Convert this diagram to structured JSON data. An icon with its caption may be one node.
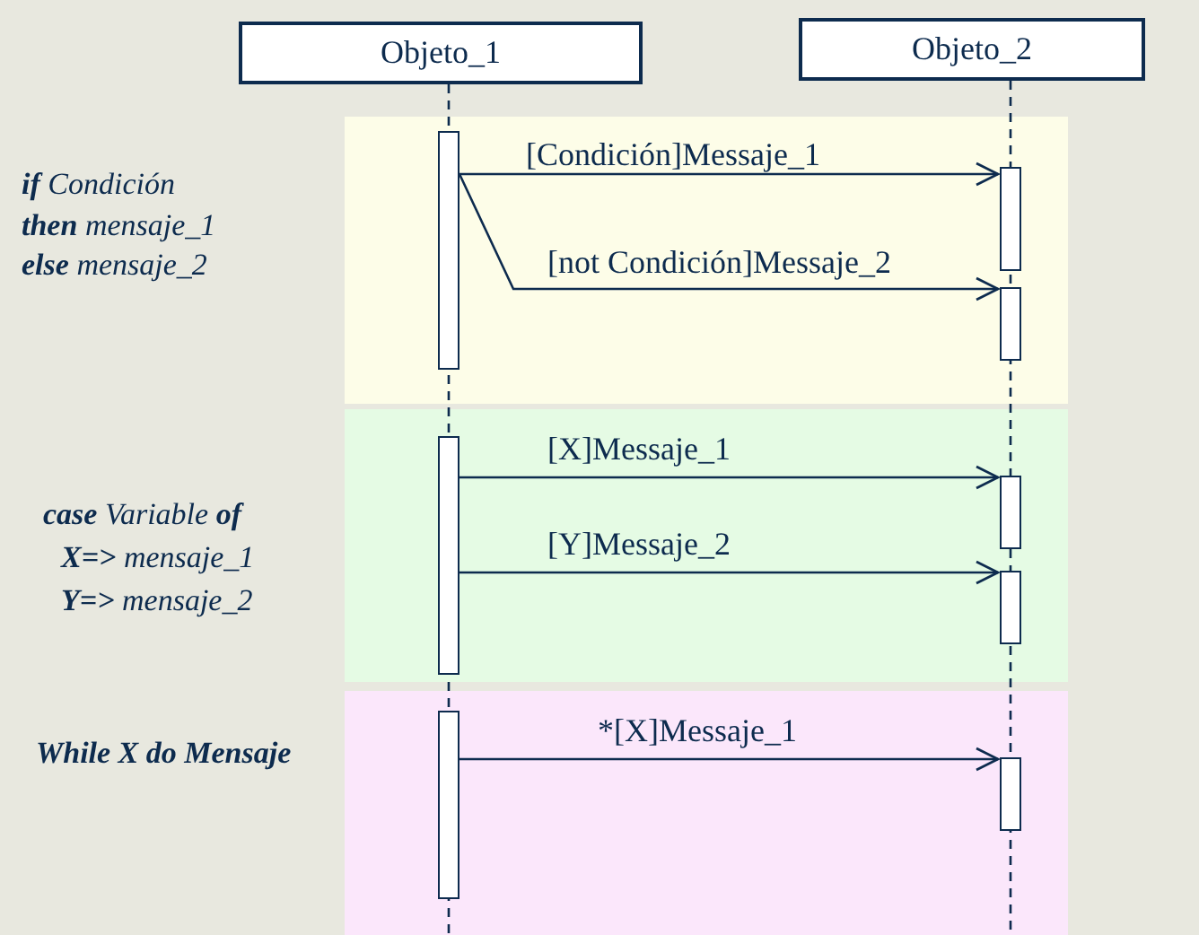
{
  "diagram": {
    "nodes": [
      {
        "text": [
          "Objeto_1"
        ]
      },
      {
        "text": [
          "Objeto_2"
        ]
      },
      {
        "text": [],
        "shape": "bar"
      },
      {
        "text": [],
        "shape": "bar"
      },
      {
        "text": [],
        "shape": "bar"
      },
      {
        "text": [],
        "shape": "bar"
      },
      {
        "text": [],
        "shape": "bar"
      },
      {
        "text": [],
        "shape": "bar"
      },
      {
        "text": [],
        "shape": "bar"
      },
      {
        "text": [],
        "shape": "bar"
      }
    ],
    "edges": [
      {
        "from": 2,
        "to": 3,
        "arrow": "to",
        "label": "[Condición]Messaje_1"
      },
      {
        "from": 2,
        "to": 4,
        "arrow": "to",
        "label": "[not Condición]Messaje_2"
      },
      {
        "from": 5,
        "to": 6,
        "arrow": "to",
        "label": "[X]Messaje_1"
      },
      {
        "from": 5,
        "to": 7,
        "arrow": "to",
        "label": "[Y]Messaje_2"
      },
      {
        "from": 8,
        "to": 9,
        "arrow": "to",
        "label": "*[X]Messaje_1"
      }
    ],
    "labels": [
      "**if** Condición",
      "**then** mensaje_1",
      "**else** mensaje_2",
      "**case** Variable **of**",
      "**X=>** mensaje_1",
      "**Y=>** mensaje_2",
      "While X do Mensaje"
    ]
  }
}
